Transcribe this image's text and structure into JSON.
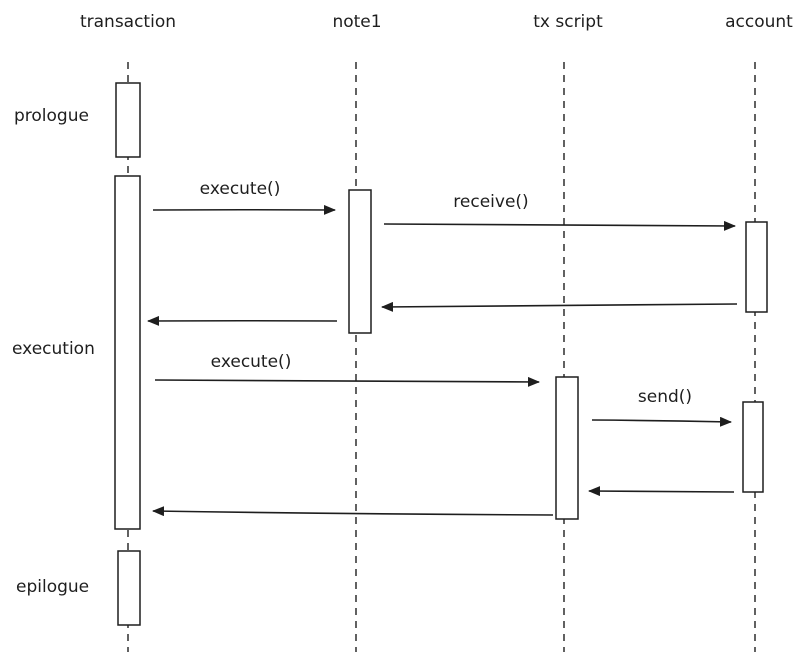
{
  "participants": {
    "transaction": "transaction",
    "note1": "note1",
    "tx_script": "tx script",
    "account": "account"
  },
  "phases": {
    "prologue": "prologue",
    "execution": "execution",
    "epilogue": "epilogue"
  },
  "messages": {
    "execute_note": "execute()",
    "receive": "receive()",
    "execute_script": "execute()",
    "send": "send()"
  },
  "colors": {
    "ink": "#1e1e1e",
    "background": "#ffffff"
  }
}
